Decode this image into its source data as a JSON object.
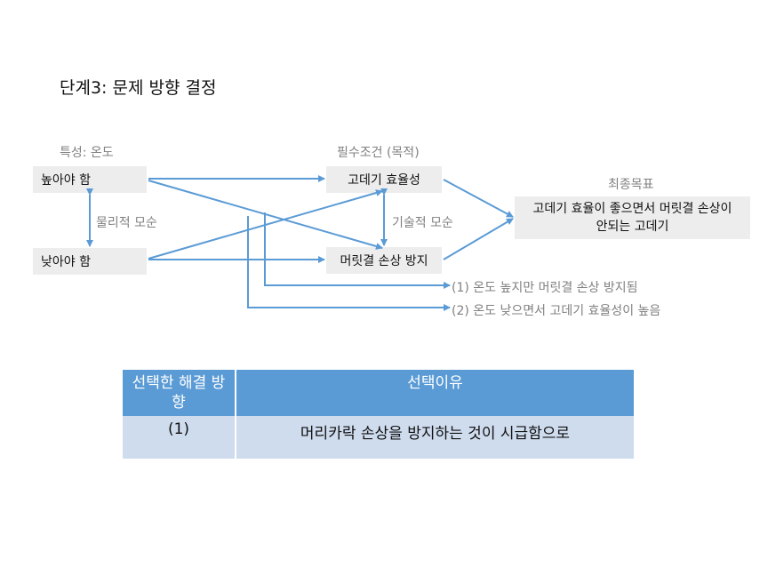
{
  "title": "단계3: 문제 방향 결정",
  "diagram": {
    "characteristic_label": "특성: 온도",
    "required_label": "필수조건 (목적)",
    "goal_label": "최종목표",
    "high_temp": "높아야 함",
    "low_temp": "낮아야 함",
    "physical_contradiction": "물리적 모순",
    "req_efficiency": "고데기 효율성",
    "req_prevent_damage": "머릿결 손상 방지",
    "technical_contradiction": "기술적 모순",
    "goal_line1": "고데기 효율이 좋으면서 머릿결 손상이",
    "goal_line2": "안되는 고데기",
    "option1": "(1) 온도 높지만 머릿결 손상 방지됨",
    "option2": "(2) 온도 낮으면서 고데기 효율성이 높음"
  },
  "table": {
    "headers": [
      "선택한 해결 방향",
      "선택이유"
    ],
    "rows": [
      [
        "(1)",
        "머리카락 손상을 방지하는 것이 시급함으로"
      ]
    ]
  },
  "colors": {
    "arrow": "#5b9bd5",
    "header": "#5b9bd5",
    "cell": "#cfdcee",
    "box": "#ededed"
  }
}
